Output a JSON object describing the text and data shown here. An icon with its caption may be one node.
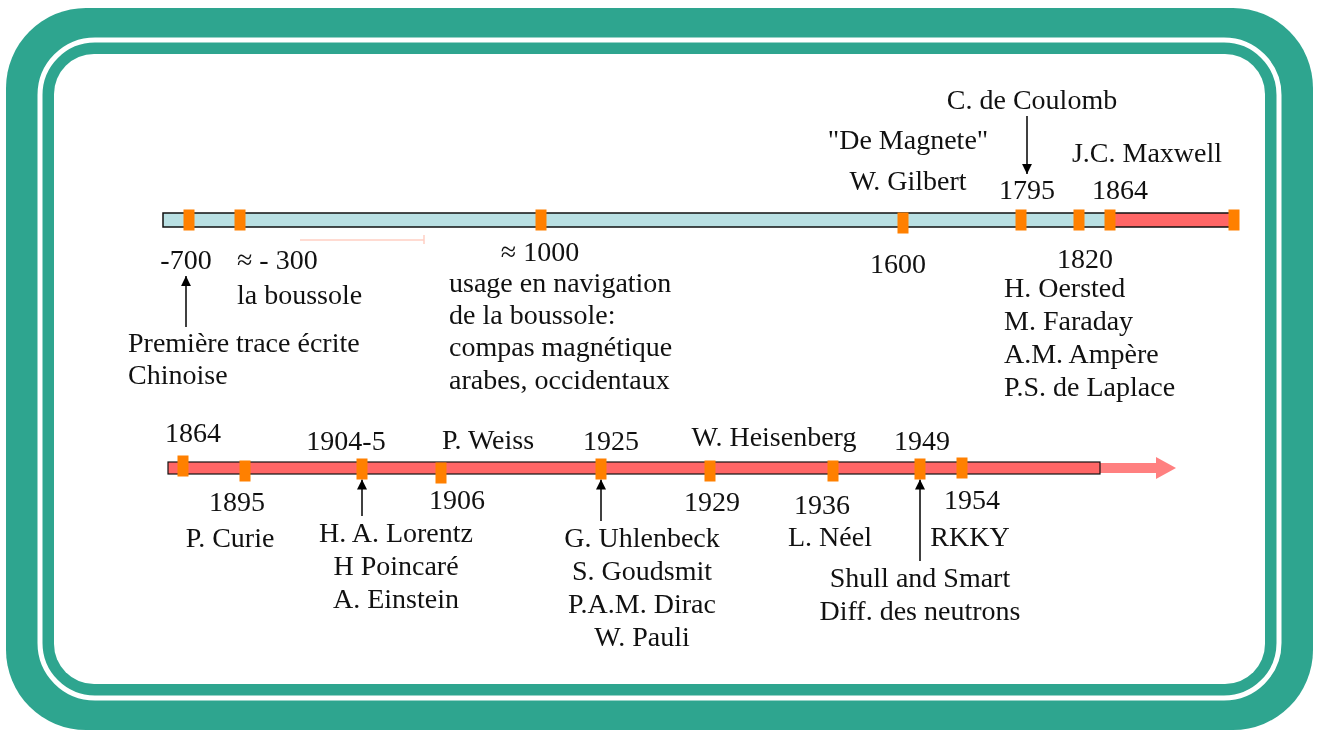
{
  "diagram": {
    "nodes": [
      {
        "text": [
          "Première trace écrite Chinoise"
        ]
      },
      {
        "text": [
          "-700"
        ]
      },
      {
        "text": [
          "C. de Coulomb"
        ]
      },
      {
        "text": [
          "1795"
        ]
      },
      {
        "text": [
          "H. A. Lorentz",
          "H Poincaré",
          "A. Einstein"
        ]
      },
      {
        "text": [],
        "shape": "bar",
        "beside": [
          "1904-5"
        ]
      },
      {
        "text": [
          "G. Uhlenbeck",
          "S. Goudsmit",
          "P.A.M. Dirac",
          "W. Pauli"
        ]
      },
      {
        "text": [],
        "shape": "bar",
        "beside": [
          "1925"
        ]
      },
      {
        "text": [
          "Shull and Smart",
          "Diff. des neutrons"
        ]
      },
      {
        "text": [],
        "shape": "bar",
        "beside": [
          "1949"
        ]
      }
    ],
    "edges": [
      {
        "from": 0,
        "to": 1,
        "arrow": "to"
      },
      {
        "from": 2,
        "to": 3,
        "arrow": "to"
      },
      {
        "from": 4,
        "to": 5,
        "arrow": "to"
      },
      {
        "from": 6,
        "to": 7,
        "arrow": "to"
      },
      {
        "from": 8,
        "to": 9,
        "arrow": "to"
      }
    ],
    "labels": [
      "\"De Magnete\"",
      "W. Gilbert",
      "J.C. Maxwell",
      "1864",
      "≈ - 300",
      "≈ 1000",
      "1600",
      "1820",
      "la boussole",
      "usage en navigation de la boussole: compas magnétique arabes, occidentaux",
      "H. Oersted",
      "M. Faraday",
      "A.M. Ampère",
      "P.S. de Laplace",
      "1864",
      "P. Weiss",
      "W. Heisenberg",
      "1895",
      "1906",
      "1929",
      "1936",
      "1954",
      "P. Curie",
      "L. Néel",
      "RKKY"
    ]
  }
}
